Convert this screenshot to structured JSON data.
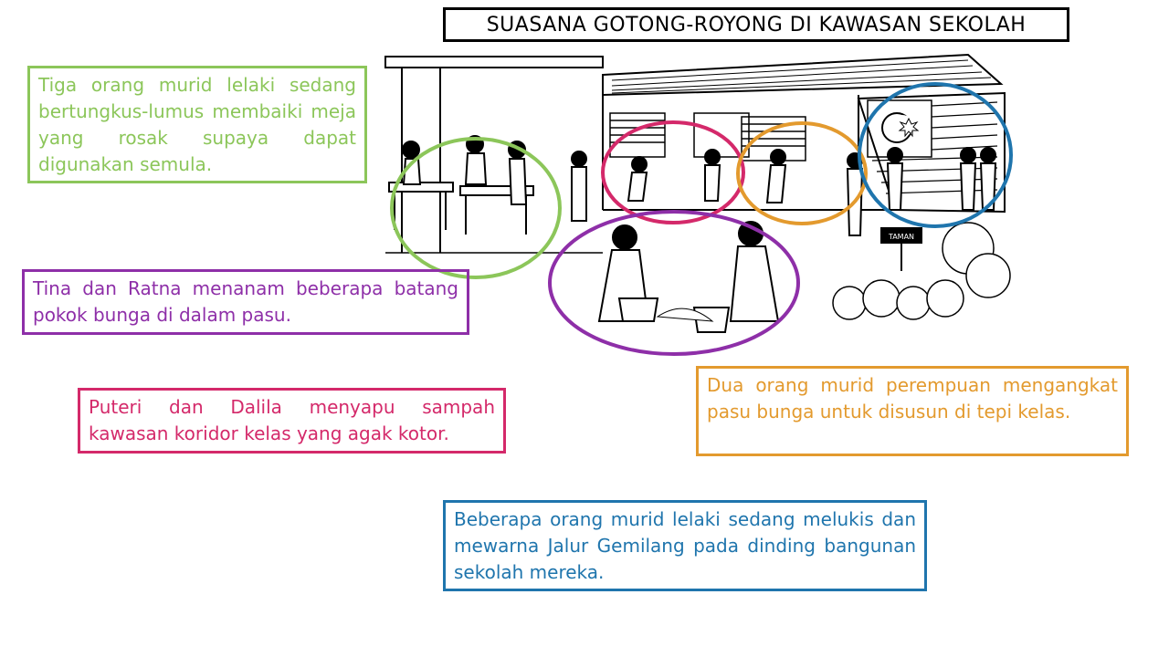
{
  "title": "SUASANA GOTONG-ROYONG DI KAWASAN SEKOLAH",
  "captions": {
    "green": "Tiga orang murid lelaki sedang bertungkus-lumus membaiki meja yang rosak supaya dapat digunakan semula.",
    "purple": "Tina dan Ratna menanam beberapa batang pokok bunga di dalam pasu.",
    "pink": "Puteri dan Dalila menyapu sampah kawasan koridor kelas yang agak kotor.",
    "orange": "Dua orang murid perempuan mengangkat pasu bunga untuk disusun di tepi kelas.",
    "blue": "Beberapa orang murid lelaki sedang melukis dan mewarna Jalur Gemilang pada dinding bangunan sekolah mereka."
  },
  "scene": {
    "sign_text": "TAMAN"
  },
  "colors": {
    "green": "#8cc65a",
    "purple": "#8e2fa8",
    "pink": "#d4296a",
    "orange": "#e39a2e",
    "blue": "#1f75ad"
  }
}
